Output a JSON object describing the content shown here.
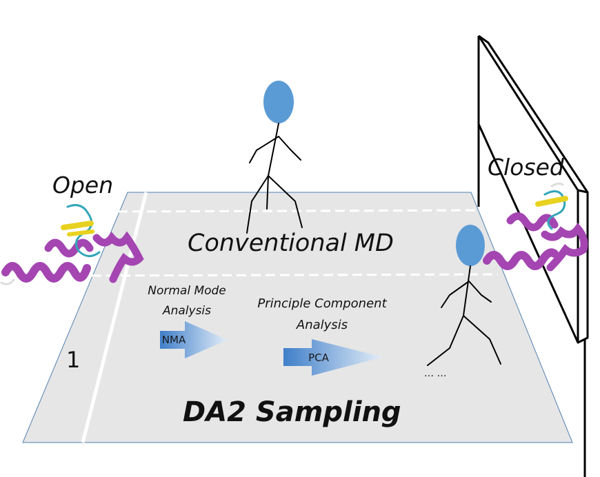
{
  "labels": {
    "open": "Open",
    "closed": "Closed",
    "conventional_md": "Conventional MD",
    "nma_title_line1": "Normal Mode",
    "nma_title_line2": "Analysis",
    "pca_title_line1": "Principle Component",
    "pca_title_line2": "Analysis",
    "nma_arrow": "NMA",
    "pca_arrow": "PCA",
    "ellipsis": "… …",
    "lane_number": "1",
    "da2_sampling": "DA2 Sampling"
  },
  "colors": {
    "floor": "#e6e6e6",
    "floor_edge": "#4f7fb0",
    "head": "#5b9bd5",
    "helix": "#a445b2",
    "sheet": "#e8d21f",
    "coil": "#33a6b8",
    "arrow_start": "#3f7fc9",
    "arrow_end": "#dfeaf7"
  },
  "icons": {
    "protein_open": "protein-ribbon-open-icon",
    "protein_closed": "protein-ribbon-closed-icon",
    "walker": "stick-figure-icon"
  }
}
